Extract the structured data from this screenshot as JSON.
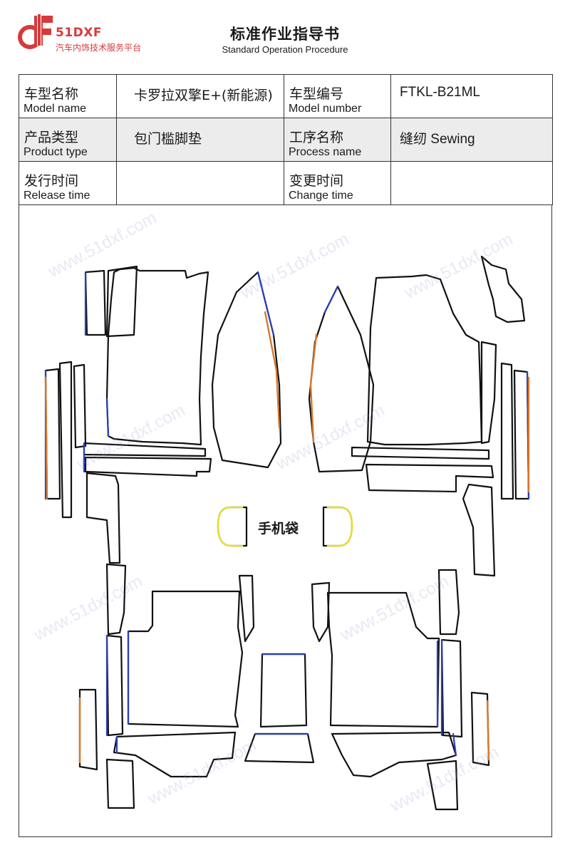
{
  "header": {
    "brand_name": "51DXF",
    "brand_tagline": "汽车内饰技术服务平台",
    "doc_title": "标准作业指导书",
    "doc_subtitle": "Standard Operation Procedure"
  },
  "info_table": {
    "model_name_zh": "车型名称",
    "model_name_en": "Model name",
    "model_name_value": "卡罗拉双擎E+(新能源)",
    "model_number_zh": "车型编号",
    "model_number_en": "Model number",
    "model_number_value": "FTKL-B21ML",
    "product_type_zh": "产品类型",
    "product_type_en": "Product type",
    "product_type_value": "包门槛脚垫",
    "process_name_zh": "工序名称",
    "process_name_en": "Process name",
    "process_name_value": "缝纫 Sewing",
    "release_time_zh": "发行时间",
    "release_time_en": "Release time",
    "release_time_value": "",
    "change_time_zh": "变更时间",
    "change_time_en": "Change time",
    "change_time_value": ""
  },
  "drawing": {
    "pocket_label": "手机袋",
    "watermark": "www.51dxf.com"
  },
  "colors": {
    "brand_red": "#d63a3a",
    "outline_black": "#111111",
    "edge_blue": "#2b3fb8",
    "edge_orange": "#d9782a",
    "edge_yellow": "#e3dc3a"
  }
}
